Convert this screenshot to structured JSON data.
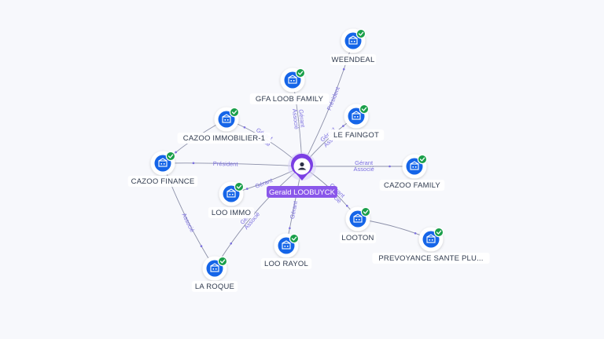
{
  "center": {
    "name": "Gerald LOOBUYCK",
    "icon": "person-icon",
    "color": "#7b3fe4"
  },
  "colors": {
    "company": "#1565e8",
    "check": "#1a9f4a",
    "edge": "#8b8fa8",
    "edge_label": "#7b6fe0"
  },
  "company_icon": "company-building-icon",
  "status_icon": "verified-check-icon",
  "companies": [
    {
      "id": "weendeal",
      "name": "WEENDEAL"
    },
    {
      "id": "gfa-loob-family",
      "name": "GFA LOOB FAMILY"
    },
    {
      "id": "le-faingot",
      "name": "LE FAINGOT"
    },
    {
      "id": "cazoo-immobilier-1",
      "name": "CAZOO IMMOBILIER-1"
    },
    {
      "id": "cazoo-finance",
      "name": "CAZOO FINANCE"
    },
    {
      "id": "cazoo-family",
      "name": "CAZOO FAMILY"
    },
    {
      "id": "loo-immo",
      "name": "LOO IMMO"
    },
    {
      "id": "looton",
      "name": "LOOTON"
    },
    {
      "id": "prevoyance-sante",
      "name": "PREVOYANCE SANTE PLU..."
    },
    {
      "id": "loo-rayol",
      "name": "LOO RAYOL"
    },
    {
      "id": "la-roque",
      "name": "LA ROQUE"
    }
  ],
  "edges": [
    {
      "from": "center",
      "to": "weendeal",
      "labels": [
        "Président"
      ]
    },
    {
      "from": "center",
      "to": "gfa-loob-family",
      "labels": [
        "Gérant",
        "Associé"
      ]
    },
    {
      "from": "center",
      "to": "le-faingot",
      "labels": [
        "Gérant",
        "Associé"
      ]
    },
    {
      "from": "center",
      "to": "cazoo-immobilier-1",
      "labels": [
        "Gérant",
        "Associé"
      ]
    },
    {
      "from": "center",
      "to": "cazoo-finance",
      "labels": [
        "Président"
      ]
    },
    {
      "from": "center",
      "to": "cazoo-family",
      "labels": [
        "Gérant",
        "Associé"
      ]
    },
    {
      "from": "center",
      "to": "loo-immo",
      "labels": [
        "Gérant"
      ]
    },
    {
      "from": "center",
      "to": "looton",
      "labels": [
        "Gérant",
        "Associé"
      ]
    },
    {
      "from": "looton",
      "to": "prevoyance-sante",
      "labels": []
    },
    {
      "from": "center",
      "to": "loo-rayol",
      "labels": [
        "Gérant"
      ]
    },
    {
      "from": "center",
      "to": "la-roque",
      "labels": [
        "Gérant",
        "Associé"
      ]
    },
    {
      "from": "cazoo-finance",
      "to": "la-roque",
      "labels": [
        "Associé"
      ]
    },
    {
      "from": "cazoo-immobilier-1",
      "to": "cazoo-finance",
      "labels": []
    }
  ]
}
